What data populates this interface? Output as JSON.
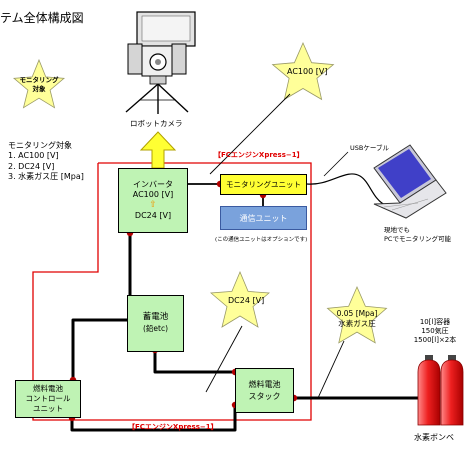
{
  "title": "テム全体構成図",
  "monitor_star": {
    "line1": "モニタリング",
    "line2": "対象"
  },
  "monitor_list": {
    "heading": "モニタリング対象",
    "items": [
      "1. AC100 [V]",
      "2. DC24 [V]",
      "3. 水素ガス圧 [Mpa]"
    ]
  },
  "camera_label": "ロボットカメラ",
  "stars": {
    "ac100": "AC100 [V]",
    "dc24": "DC24 [V]",
    "pressure_line1": "0.05 [Mpa]",
    "pressure_line2": "水素ガス圧"
  },
  "fc_top_label": "【FCエンジンXpress−1】",
  "fc_bottom_label": "【FCエンジンXpress−1】",
  "usb_label": "USBケーブル",
  "inverter": {
    "line1": "インバータ",
    "line2": "AC100 [V]",
    "arrow": "⇧",
    "line3": "DC24 [V]"
  },
  "monitoring_unit": "モニタリングユニット",
  "comm_unit": "通信ユニット",
  "comm_note": "(この通信ユニットはオプションです)",
  "pc_note": {
    "line1": "現地でも",
    "line2": "PCでモニタリング可能"
  },
  "battery": {
    "line1": "蓄電池",
    "line2": "(鉛etc)"
  },
  "fc_controller": {
    "line1": "燃料電池",
    "line2": "コントロール",
    "line3": "ユニット"
  },
  "fc_stack": {
    "line1": "燃料電池",
    "line2": "スタック"
  },
  "cylinder_spec": {
    "line1": "10[l]容器",
    "line2": "150気圧",
    "line3": "1500[l]×2本"
  },
  "cylinder_label": "水素ボンベ",
  "colors": {
    "box_green": "#bff3b4",
    "unit_yellow": "#ffff33",
    "comm_blue": "#7aa2dc",
    "star_fill": "#ffff99",
    "red_frame": "#e00000",
    "cylinder_red": "#e82020"
  }
}
